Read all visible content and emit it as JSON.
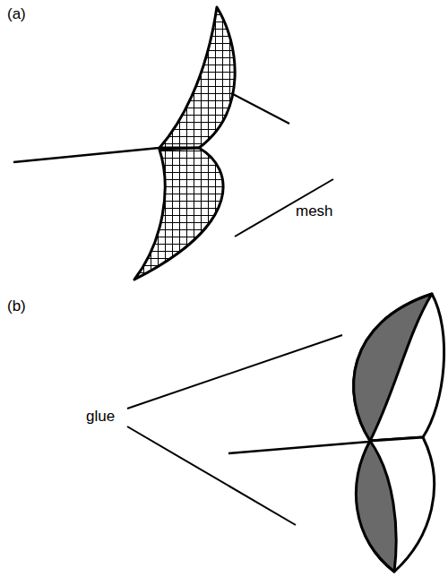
{
  "diagram": {
    "labels": [
      "(a)",
      "mesh",
      "(b)",
      "glue"
    ]
  }
}
